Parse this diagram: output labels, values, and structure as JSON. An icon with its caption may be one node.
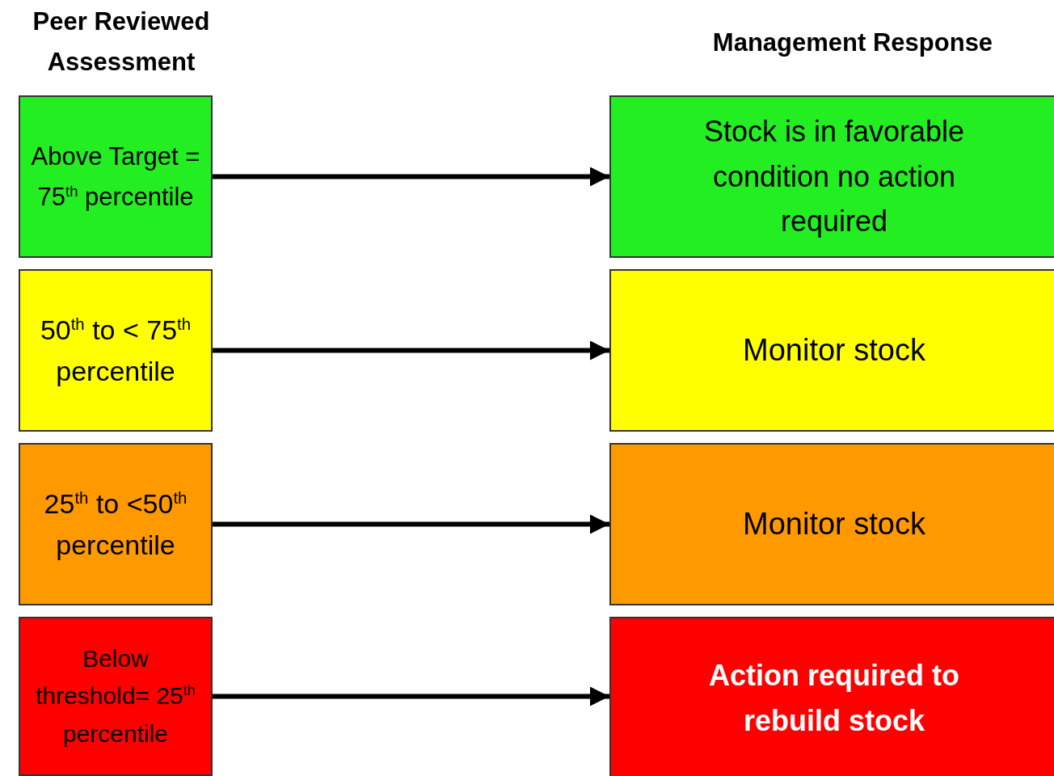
{
  "diagram": {
    "nodes": [
      {
        "text": [
          "Above Target = 75$^{th}$ percentile"
        ]
      },
      {
        "text": [
          "50$^{th}$ to < 75$^{th}$ percentile"
        ]
      },
      {
        "text": [
          "25$^{th}$ to <50$^{th}$ percentile"
        ]
      },
      {
        "text": [
          "Below threshold= 25$^{th}$ percentile"
        ]
      },
      {
        "text": [
          "Stock is in favorable condition no action required"
        ]
      },
      {
        "text": [
          "Monitor stock"
        ]
      },
      {
        "text": [
          "Monitor stock"
        ]
      },
      {
        "text": [
          "Action required to rebuild stock"
        ]
      }
    ],
    "edges": [
      {
        "from": 0,
        "to": 4,
        "arrow": "to"
      },
      {
        "from": 1,
        "to": 5,
        "arrow": "to"
      },
      {
        "from": 2,
        "to": 6,
        "arrow": "to"
      },
      {
        "from": 3,
        "to": 7,
        "arrow": "to"
      }
    ],
    "labels": [
      "Peer Reviewed Assessment",
      "Management Response"
    ]
  }
}
